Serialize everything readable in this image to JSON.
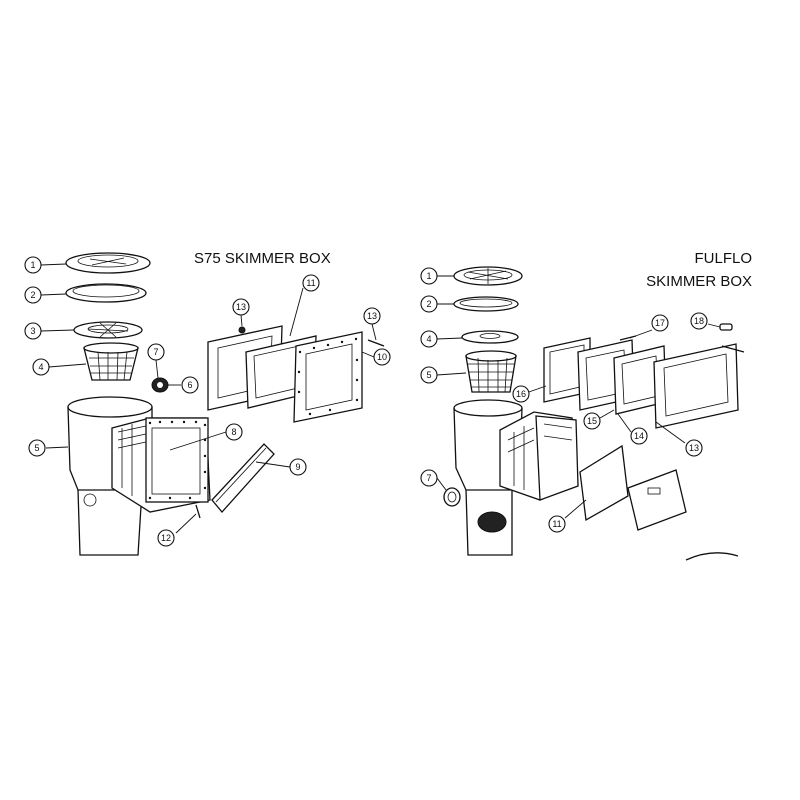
{
  "diagrams": {
    "s75": {
      "title": "S75 SKIMMER BOX",
      "callouts": [
        "1",
        "2",
        "3",
        "4",
        "5",
        "6",
        "7",
        "8",
        "9",
        "10",
        "11",
        "12",
        "13",
        "13"
      ]
    },
    "fulflo": {
      "title_line1": "FULFLO",
      "title_line2": "SKIMMER BOX",
      "callouts": [
        "1",
        "2",
        "4",
        "5",
        "7",
        "11",
        "13",
        "14",
        "15",
        "16",
        "17",
        "18"
      ]
    }
  }
}
